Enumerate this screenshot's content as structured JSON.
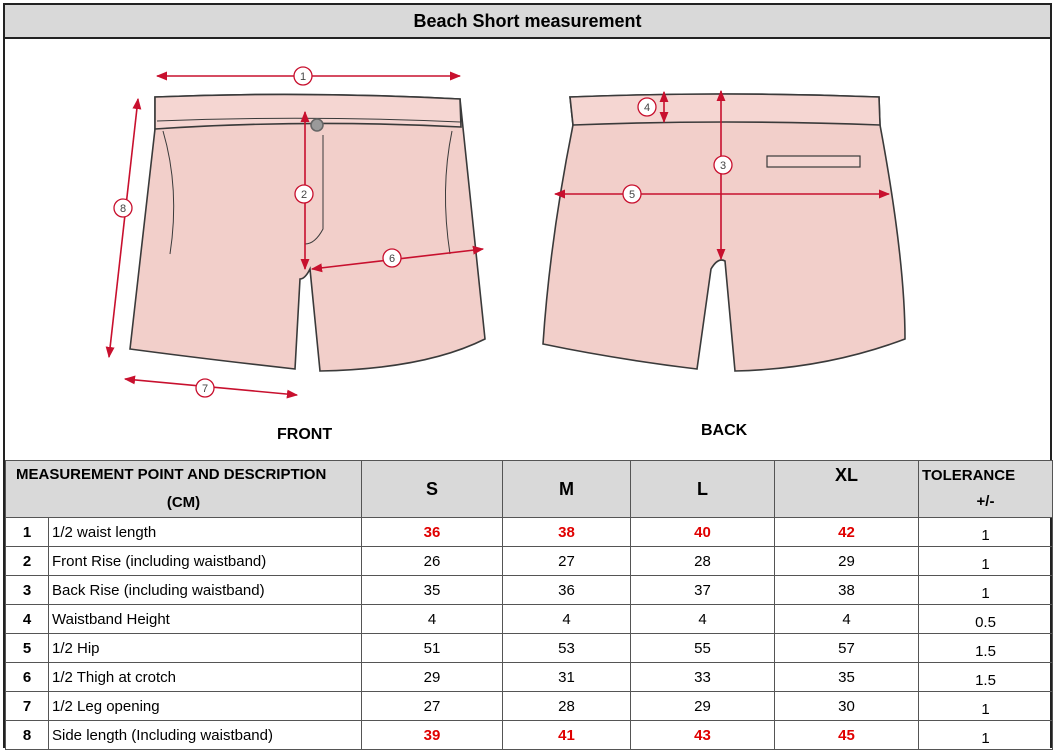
{
  "title": "Beach Short measurement",
  "views": {
    "front": "FRONT",
    "back": "BACK"
  },
  "callouts": [
    "1",
    "2",
    "3",
    "4",
    "5",
    "6",
    "7",
    "8"
  ],
  "colors": {
    "garment_fill": "#f2cfca",
    "garment_stroke": "#3a3a3a",
    "arrow": "#c8102e",
    "header_bg": "#d9d9d9",
    "highlight_text": "#e00000"
  },
  "table": {
    "header": {
      "desc_line1": "MEASUREMENT POINT AND DESCRIPTION",
      "desc_line2": "(CM)",
      "sizes": [
        "S",
        "M",
        "L",
        "XL"
      ],
      "tol_line1": "TOLERANCE",
      "tol_line2": "+/-"
    },
    "rows": [
      {
        "num": "1",
        "desc": "1/2 waist length",
        "values": [
          "36",
          "38",
          "40",
          "42"
        ],
        "tol": "1",
        "highlight": true
      },
      {
        "num": "2",
        "desc": "Front Rise (including waistband)",
        "values": [
          "26",
          "27",
          "28",
          "29"
        ],
        "tol": "1",
        "highlight": false
      },
      {
        "num": "3",
        "desc": "Back Rise (including waistband)",
        "values": [
          "35",
          "36",
          "37",
          "38"
        ],
        "tol": "1",
        "highlight": false
      },
      {
        "num": "4",
        "desc": "Waistband Height",
        "values": [
          "4",
          "4",
          "4",
          "4"
        ],
        "tol": "0.5",
        "highlight": false
      },
      {
        "num": "5",
        "desc": "1/2 Hip",
        "values": [
          "51",
          "53",
          "55",
          "57"
        ],
        "tol": "1.5",
        "highlight": false
      },
      {
        "num": "6",
        "desc": "1/2 Thigh at crotch",
        "values": [
          "29",
          "31",
          "33",
          "35"
        ],
        "tol": "1.5",
        "highlight": false
      },
      {
        "num": "7",
        "desc": "1/2 Leg opening",
        "values": [
          "27",
          "28",
          "29",
          "30"
        ],
        "tol": "1",
        "highlight": false
      },
      {
        "num": "8",
        "desc": "Side length (Including waistband)",
        "values": [
          "39",
          "41",
          "43",
          "45"
        ],
        "tol": "1",
        "highlight": true
      }
    ]
  }
}
